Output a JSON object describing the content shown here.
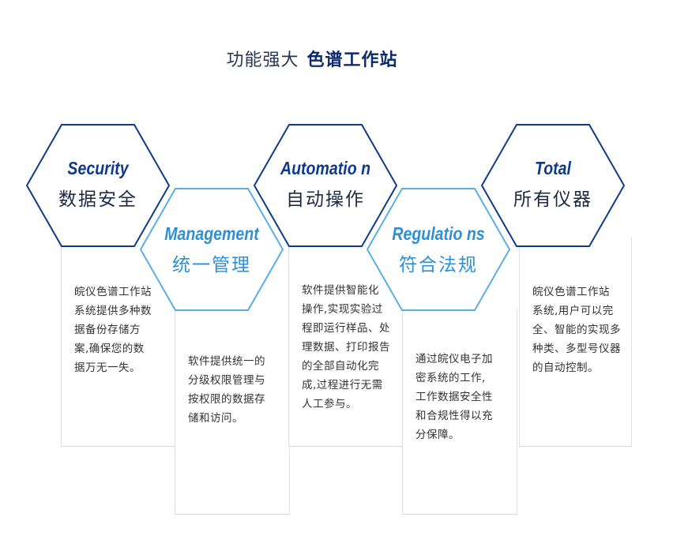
{
  "title": {
    "normal": "功能强大",
    "strong": "色谱工作站"
  },
  "features": [
    {
      "en": "Security",
      "cn": "数据安全",
      "desc": "皖仪色谱工作站\n系统提供多种数\n据备份存储方\n案,确保您的数\n据万无一失。",
      "style": "dark"
    },
    {
      "en": "Management",
      "cn": "统一管理",
      "desc": "软件提供统一的\n分级权限管理与\n按权限的数据存\n储和访问。",
      "style": "light"
    },
    {
      "en": "Automatio n",
      "cn": "自动操作",
      "desc": "软件提供智能化\n操作,实现实验过\n程即运行样品、处\n理数据、打印报告\n的全部自动化完\n成,过程进行无需\n人工参与。",
      "style": "dark"
    },
    {
      "en": "Regulatio ns",
      "cn": "符合法规",
      "desc": "通过皖仪电子加\n密系统的工作,\n工作数据安全性\n和合规性得以充\n分保障。",
      "style": "light"
    },
    {
      "en": "Total",
      "cn": "所有仪器",
      "desc": "皖仪色谱工作站\n系统,用户可以完\n全、智能的实现多\n种类、多型号仪器\n的自动控制。",
      "style": "dark"
    }
  ],
  "colors": {
    "dark_stroke": "#0d3a8c",
    "light_stroke": "#5aaee6"
  }
}
